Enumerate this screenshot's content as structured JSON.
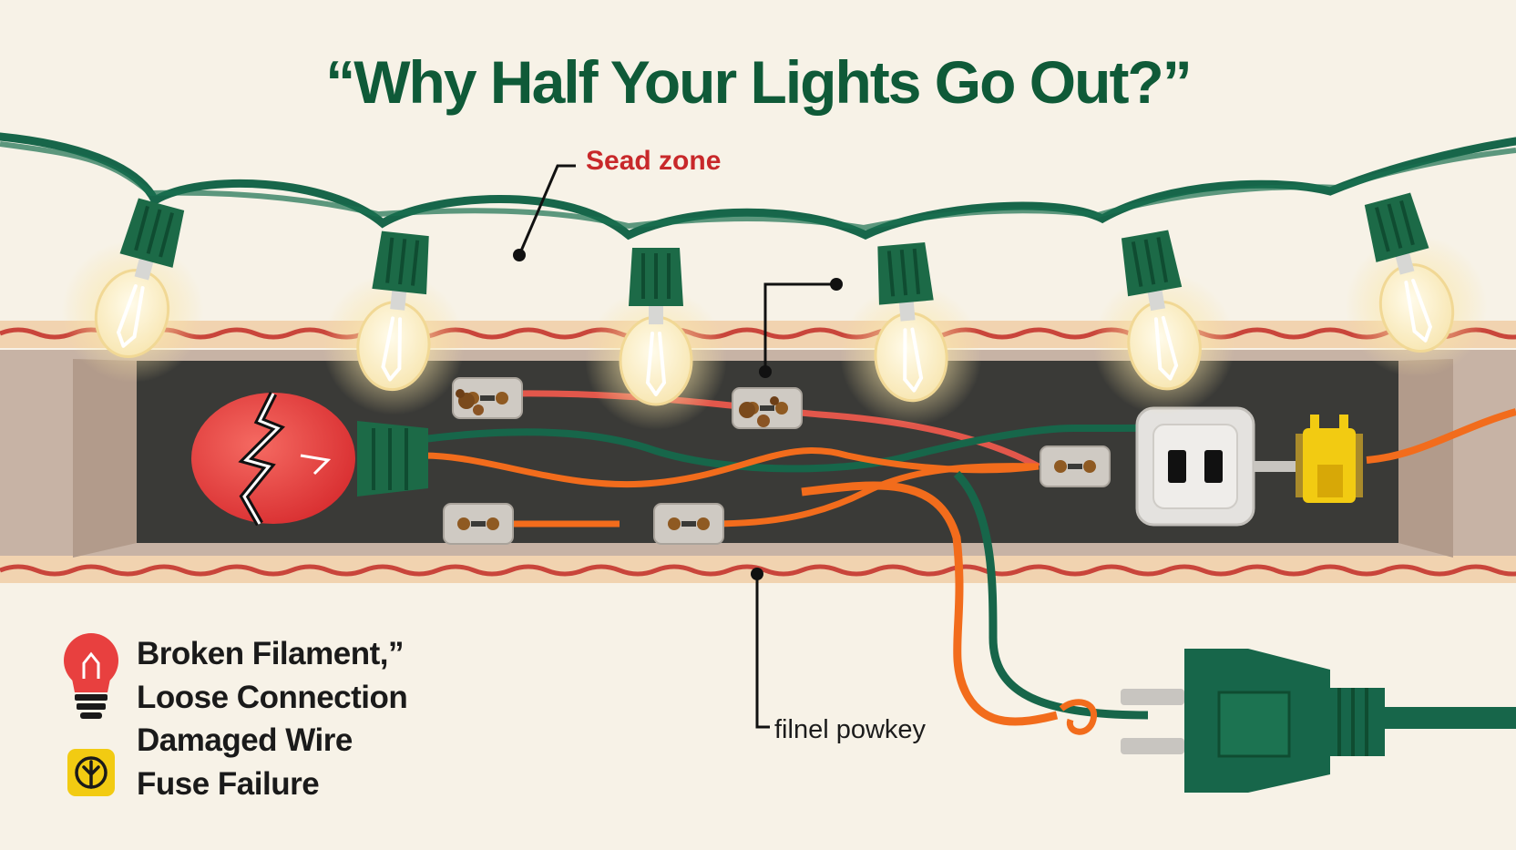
{
  "title": "“Why Half Your Lights Go Out?”",
  "callouts": {
    "dead_zone": "Sead zone",
    "bottom_label": "filnel powkey"
  },
  "legend": [
    {
      "label": "Broken Filament,”",
      "icon": "red-bulb-icon"
    },
    {
      "label": "Loose Connection",
      "icon": ""
    },
    {
      "label": "Damaged Wire",
      "icon": ""
    },
    {
      "label": "Fuse Failure",
      "icon": "fuse-leaf-icon"
    }
  ],
  "colors": {
    "background": "#f7f2e7",
    "title_green": "#0f5a38",
    "wire_green": "#17664a",
    "wire_orange": "#f26c1c",
    "wire_red": "#e2574b",
    "broken_bulb_red": "#e8403f",
    "fuse_yellow": "#f2cb12",
    "callout_red": "#c8282a",
    "panel_dark": "#3a3a37"
  }
}
